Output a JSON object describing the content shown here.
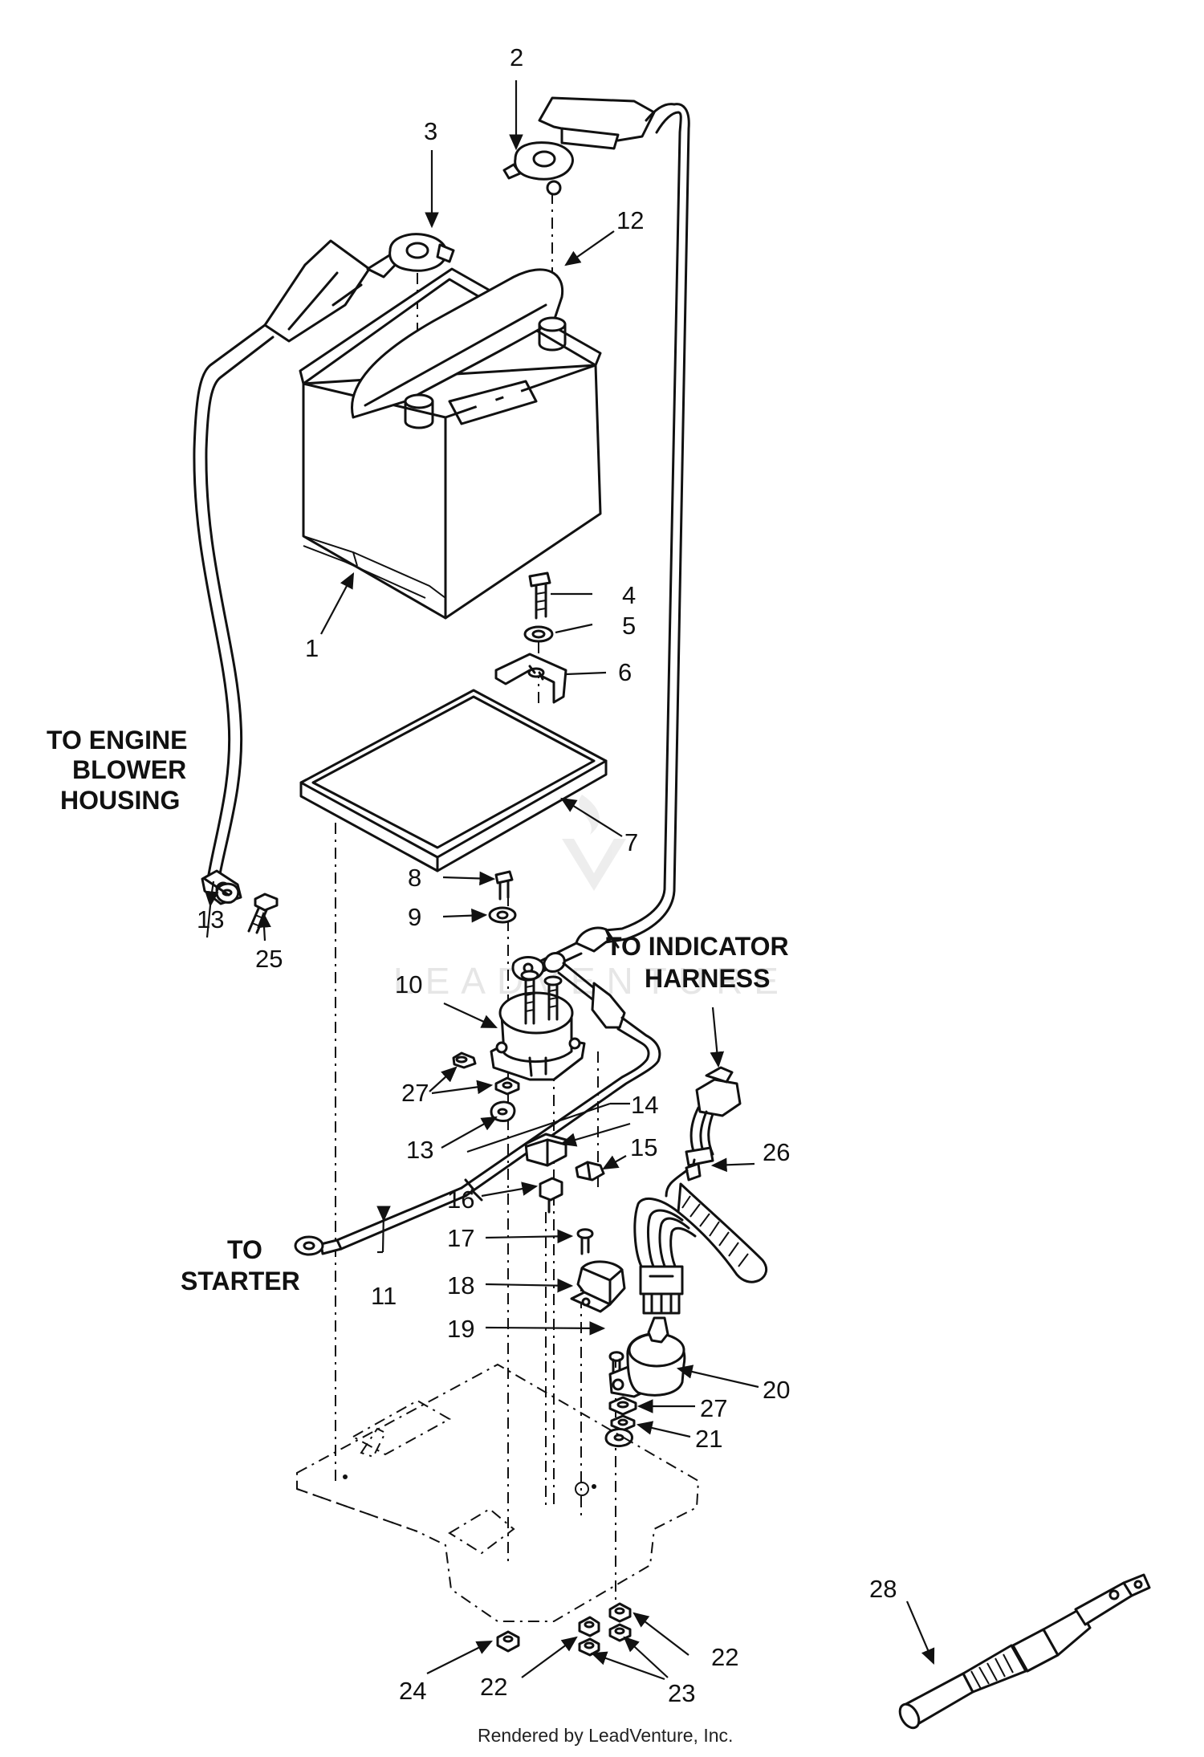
{
  "callouts": {
    "c1": "1",
    "c2": "2",
    "c3": "3",
    "c4": "4",
    "c5": "5",
    "c6": "6",
    "c7": "7",
    "c8": "8",
    "c9": "9",
    "c10": "10",
    "c11": "11",
    "c12": "12",
    "c13a": "13",
    "c13b": "13",
    "c14": "14",
    "c15": "15",
    "c16": "16",
    "c17": "17",
    "c18": "18",
    "c19": "19",
    "c20": "20",
    "c21": "21",
    "c22a": "22",
    "c22b": "22",
    "c23": "23",
    "c24": "24",
    "c25": "25",
    "c26": "26",
    "c27a": "27",
    "c27b": "27",
    "c28": "28"
  },
  "labels": {
    "engine_l1": "TO ENGINE",
    "engine_l2": "BLOWER",
    "engine_l3": "HOUSING",
    "indicator_l1": "TO INDICATOR",
    "indicator_l2": "HARNESS",
    "starter_l1": "TO",
    "starter_l2": "STARTER"
  },
  "watermark": "LEADVENTURE",
  "footer": "Rendered by LeadVenture, Inc."
}
